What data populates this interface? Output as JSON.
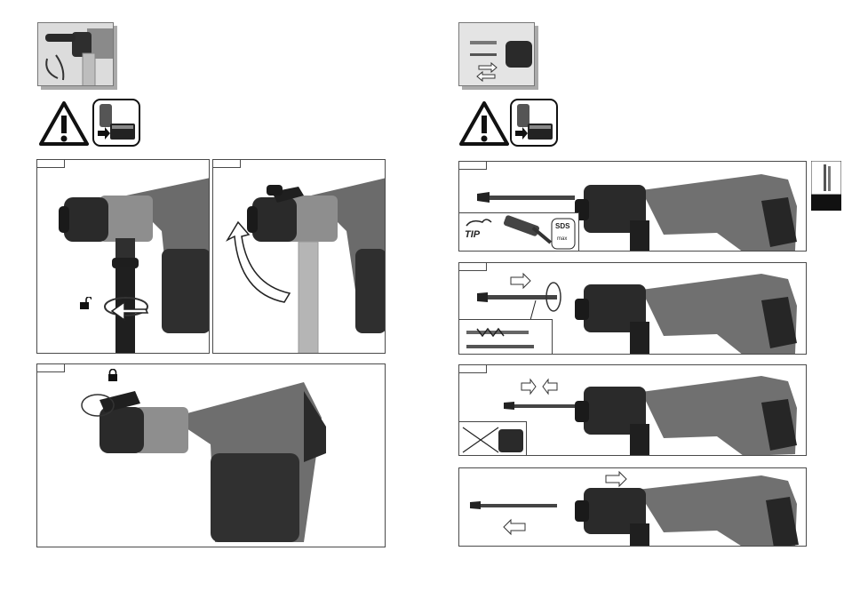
{
  "page": {
    "background": "#ffffff"
  },
  "colors": {
    "tool_dark": "#2a2a2a",
    "tool_mid": "#6e6e6e",
    "tool_light": "#a8a8a8",
    "frame": "#4a4a4a",
    "arrow_fill": "#ffffff"
  },
  "icons": [
    "warning-triangle-icon",
    "remove-battery-icon",
    "unlock-icon",
    "lock-icon",
    "rotate-arrow-icon",
    "sds-max-icon",
    "grease-tube-icon"
  ],
  "labels": {
    "tip": "TIP",
    "sds": "SDS",
    "sds_sub": "max"
  }
}
